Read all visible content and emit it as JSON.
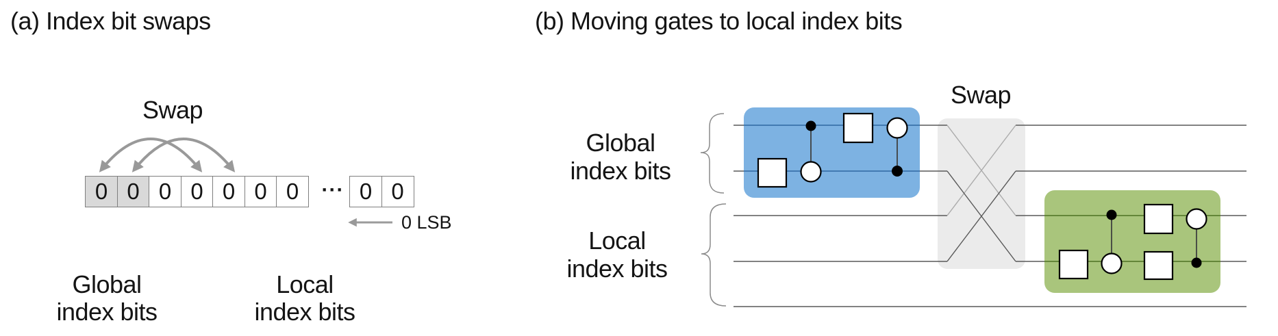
{
  "panel_a": {
    "title": "(a) Index bit swaps",
    "swap_label": "Swap",
    "cells_left": [
      "0",
      "0",
      "0",
      "0",
      "0",
      "0",
      "0"
    ],
    "ellipsis": "···",
    "cells_right": [
      "0",
      "0"
    ],
    "lsb_label": "0 LSB",
    "global_label_line1": "Global",
    "global_label_line2": "index bits",
    "local_label_line1": "Local",
    "local_label_line2": "index bits"
  },
  "panel_b": {
    "title": "(b) Moving gates to local index bits",
    "swap_label": "Swap",
    "global_label_line1": "Global",
    "global_label_line2": "index bits",
    "local_label_line1": "Local",
    "local_label_line2": "index bits"
  },
  "colors": {
    "blue_box": "#7DB2E2",
    "green_box": "#A9C57C",
    "swap_box": "#EBEBEB",
    "cell_shaded": "#D9D9D9",
    "arrow_gray": "#999999",
    "wire": "#595959",
    "wire_in_blue_box": "#2F67A1",
    "wire_in_green_box": "#4E7123",
    "diag_light": "#ABABAB",
    "brace": "#8A8A8A"
  }
}
